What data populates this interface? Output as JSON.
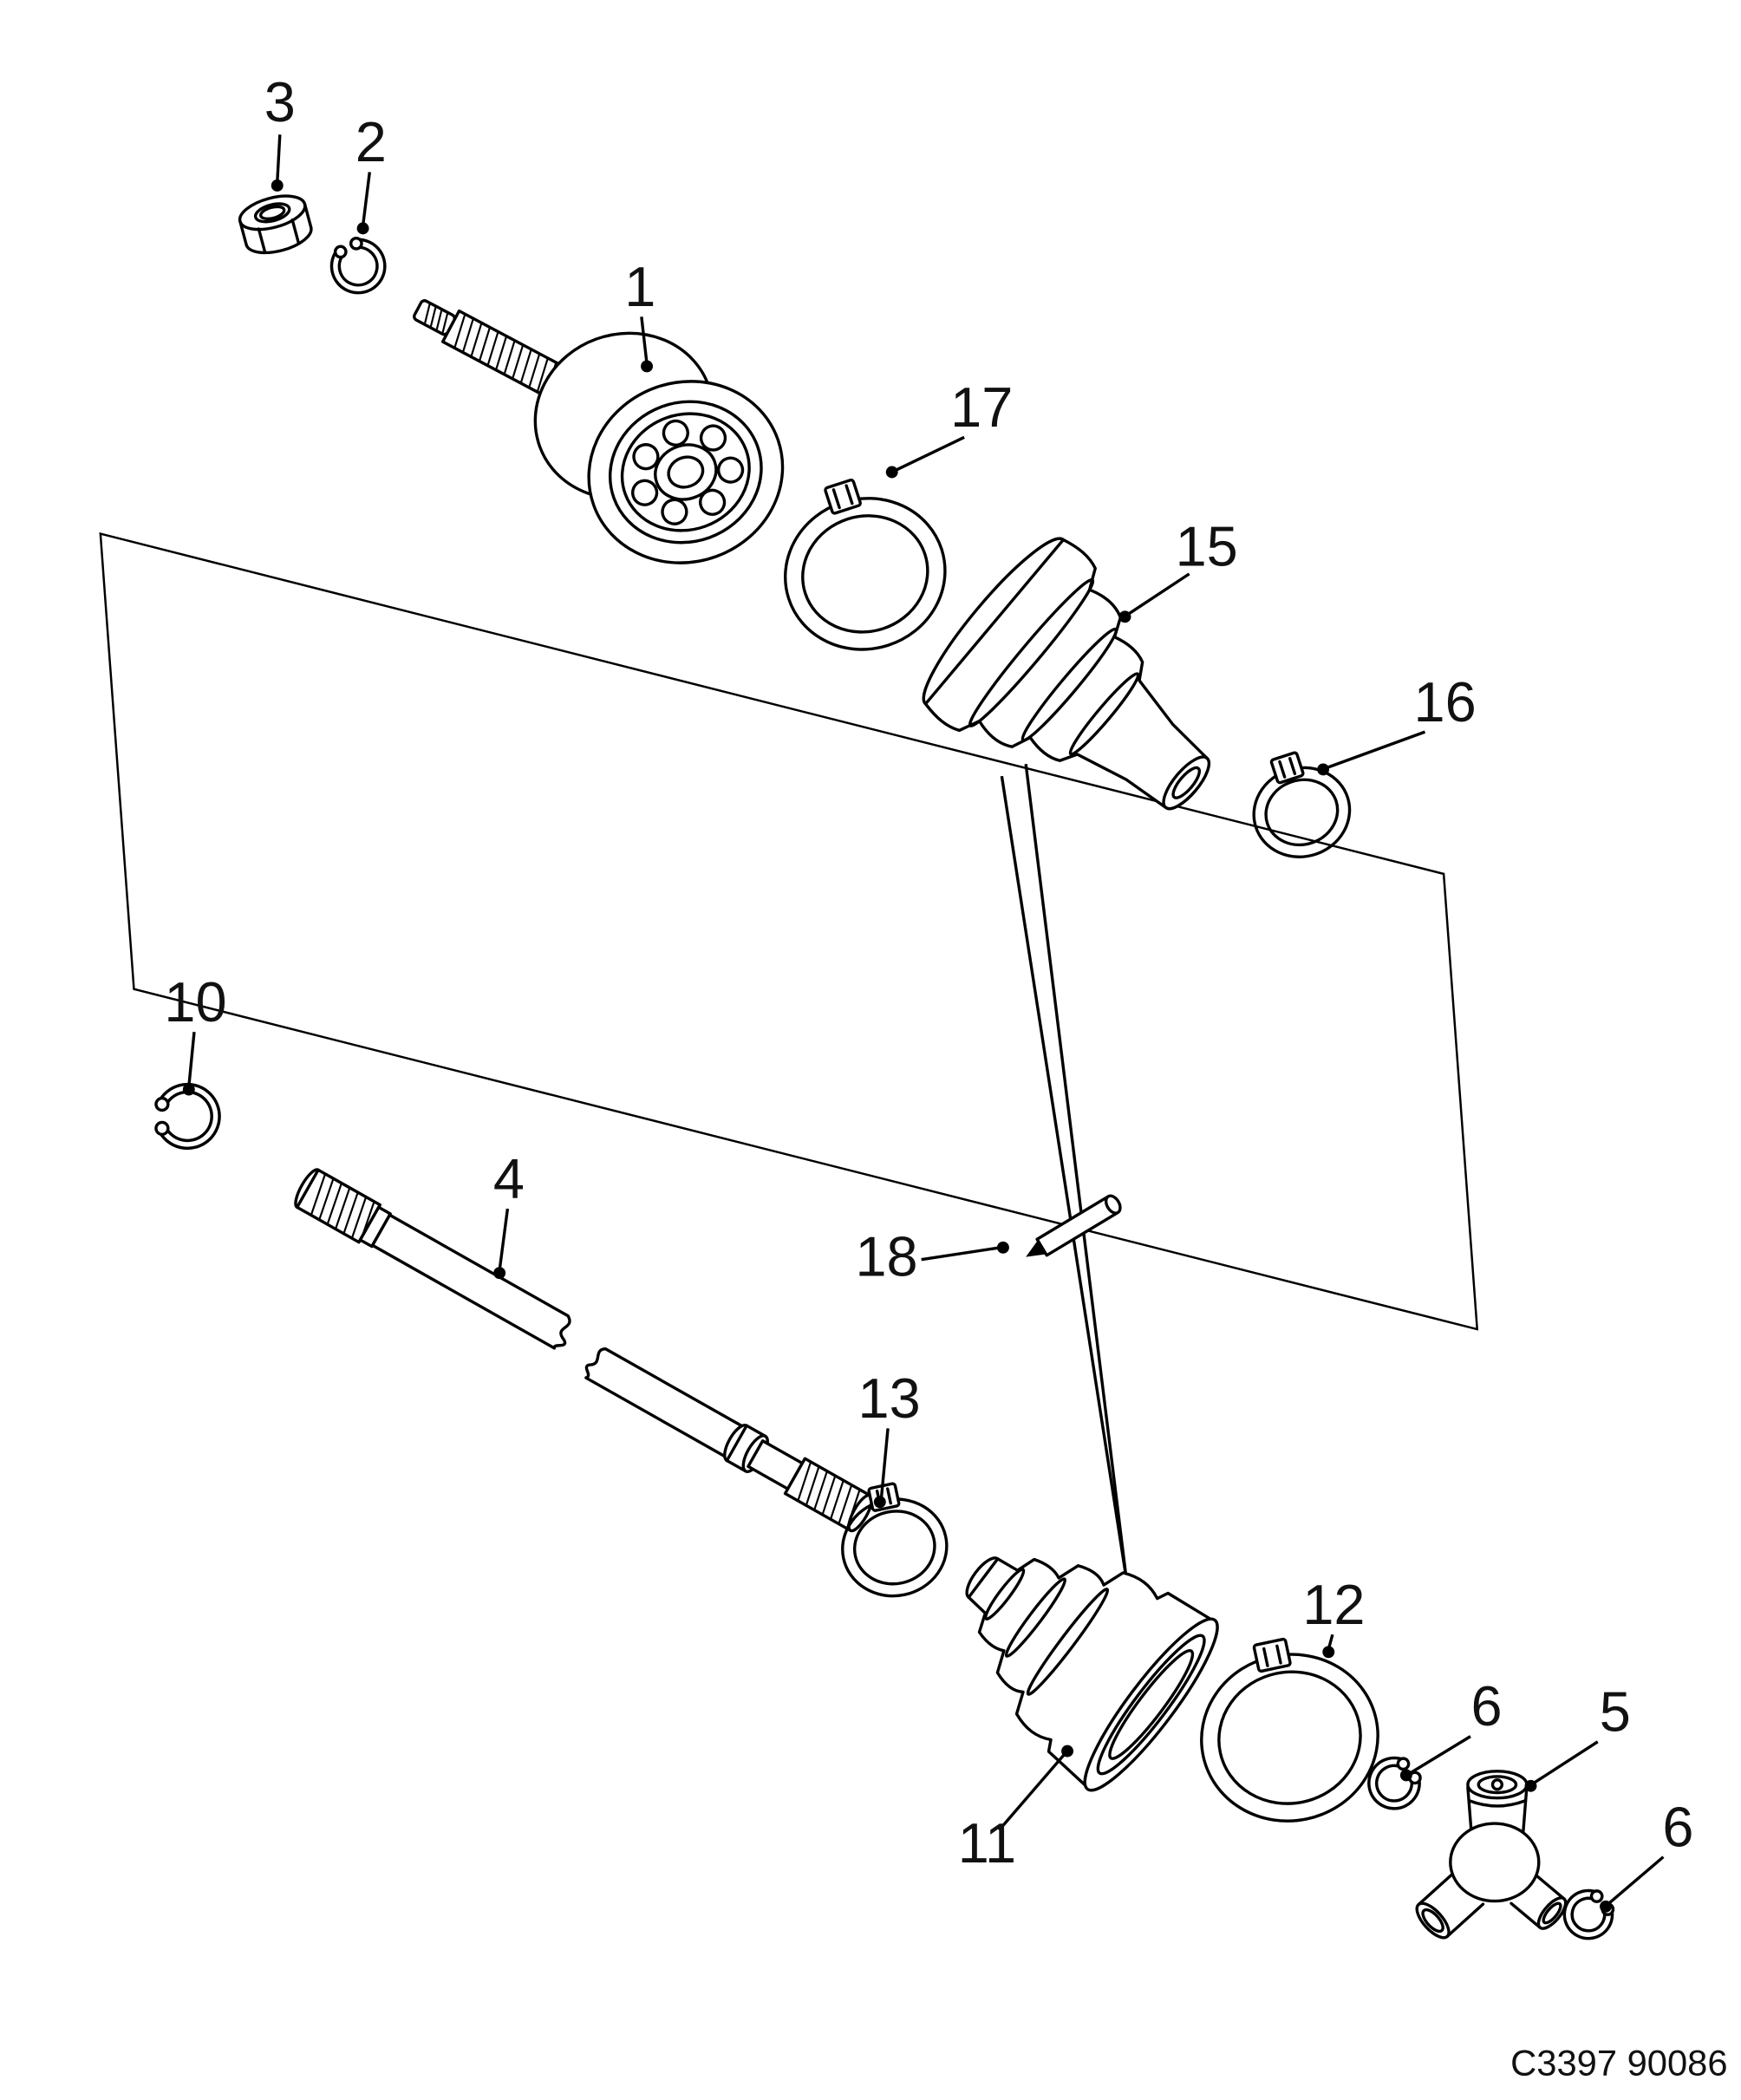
{
  "figure": {
    "code": "C3397 90086",
    "callouts": [
      {
        "label": "3"
      },
      {
        "label": "2"
      },
      {
        "label": "1"
      },
      {
        "label": "17"
      },
      {
        "label": "15"
      },
      {
        "label": "16"
      },
      {
        "label": "10"
      },
      {
        "label": "4"
      },
      {
        "label": "18"
      },
      {
        "label": "13"
      },
      {
        "label": "11"
      },
      {
        "label": "12"
      },
      {
        "label": "6"
      },
      {
        "label": "5"
      },
      {
        "label": "6"
      }
    ]
  }
}
